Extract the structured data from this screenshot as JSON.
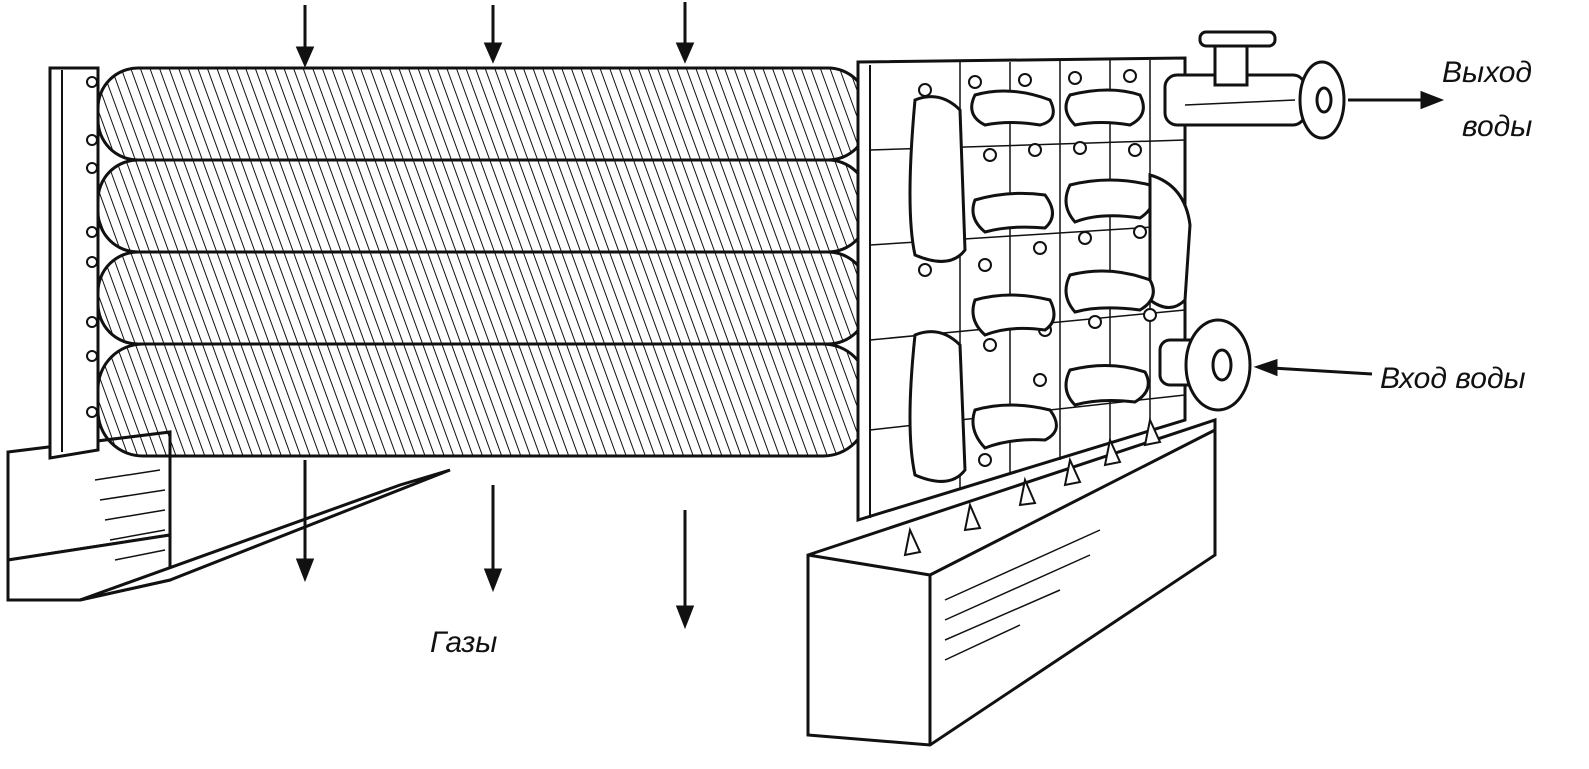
{
  "labels": {
    "water_out_line1": "Выход",
    "water_out_line2": "воды",
    "water_in": "Вход воды",
    "gases": "Газы"
  },
  "colors": {
    "ink": "#111111",
    "paper": "#ffffff"
  }
}
